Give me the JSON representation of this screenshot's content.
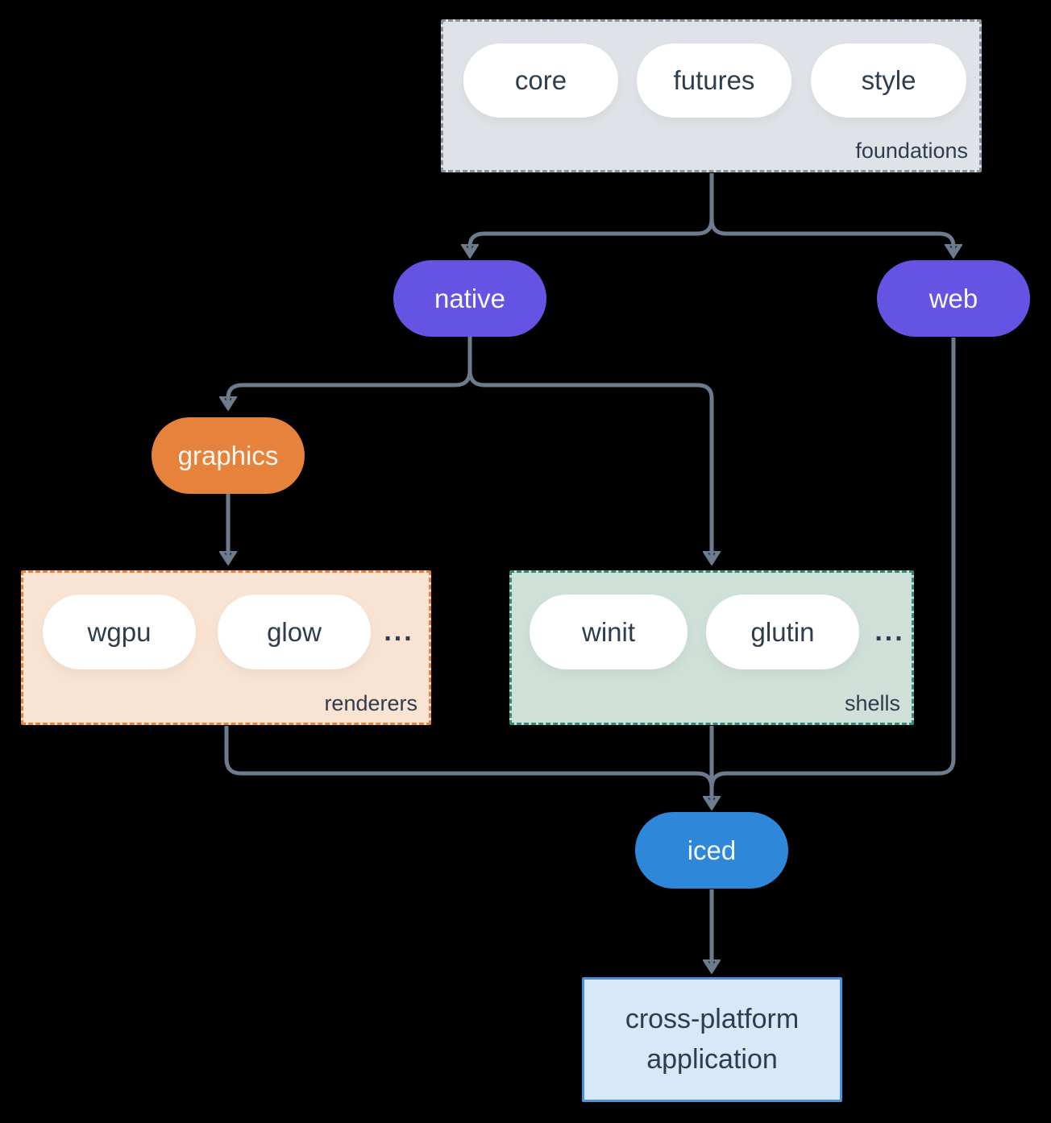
{
  "groups": {
    "foundations": {
      "label": "foundations",
      "pills": [
        "core",
        "futures",
        "style"
      ]
    },
    "renderers": {
      "label": "renderers",
      "pills": [
        "wgpu",
        "glow"
      ],
      "ellipsis": "..."
    },
    "shells": {
      "label": "shells",
      "pills": [
        "winit",
        "glutin"
      ],
      "ellipsis": "..."
    }
  },
  "nodes": {
    "native": {
      "label": "native",
      "color": "#6554e4"
    },
    "web": {
      "label": "web",
      "color": "#6554e4"
    },
    "graphics": {
      "label": "graphics",
      "color": "#e6823c"
    },
    "iced": {
      "label": "iced",
      "color": "#2e87d8"
    },
    "application": {
      "label": "cross-platform application",
      "background": "#d8e8f8",
      "border": "#4a93dc"
    }
  },
  "style": {
    "canvas_background": "#000000",
    "connector_color": "#6c7b8e",
    "text_color": "#2e3d4d",
    "pill_background": "#ffffff",
    "foundations_background": "#dfe3e7",
    "foundations_border": "#8294a5",
    "renderers_background": "#f9e3d3",
    "renderers_border": "#e8833c",
    "shells_background": "#cfe0d8",
    "shells_border": "#2f8c7c"
  }
}
